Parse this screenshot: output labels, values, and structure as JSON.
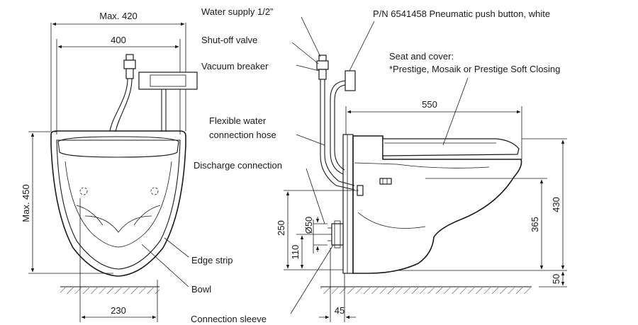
{
  "labels": {
    "max420": "Max. 420",
    "d400": "400",
    "max450": "Max. 450",
    "d230": "230",
    "water_supply": "Water supply 1/2”",
    "shutoff": "Shut-off  valve",
    "vacuum": "Vacuum breaker",
    "push_button": "P/N 6541458 Pneumatic push button, white",
    "seat_line1": "Seat and cover:",
    "seat_line2": "*Prestige, Mosaik or Prestige Soft Closing",
    "d550": "550",
    "hose_line1": "Flexible water",
    "hose_line2": "connection hose",
    "discharge": "Discharge connection",
    "d250": "250",
    "d50": "Ø50",
    "d110": "110",
    "d365": "365",
    "d430": "430",
    "d50b": "50",
    "d45": "45",
    "edge_strip": "Edge strip",
    "bowl": "Bowl",
    "sleeve": "Connection sleeve"
  }
}
